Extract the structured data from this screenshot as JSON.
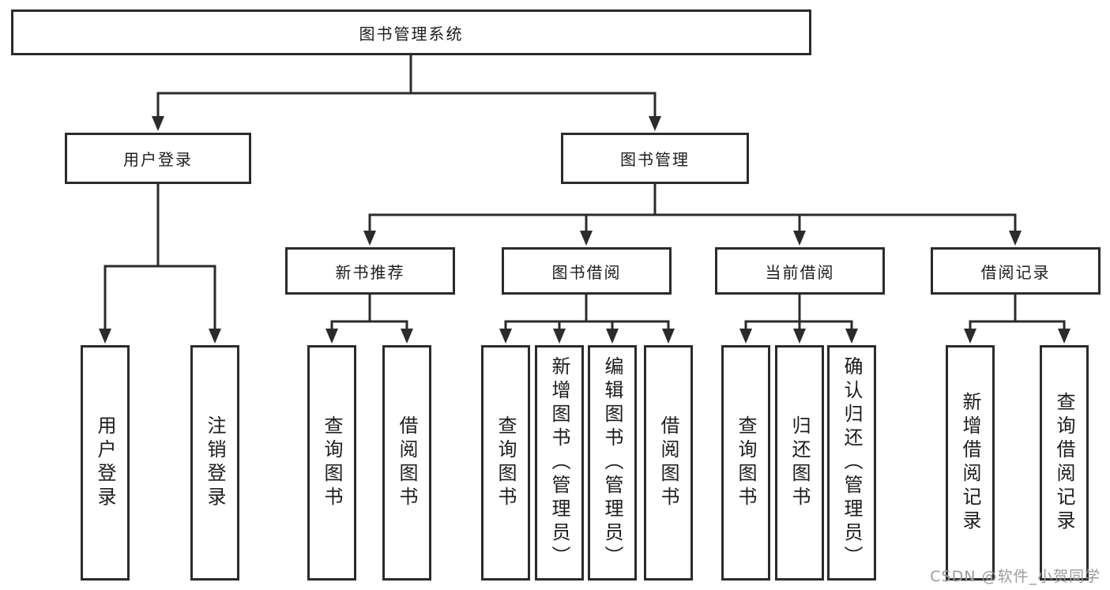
{
  "colors": {
    "background": "#ffffff",
    "box_fill": "#ffffff",
    "box_border": "#2b2b2b",
    "line": "#2b2b2b",
    "text": "#1c1c1c",
    "watermark": "#9b9b9b"
  },
  "tree": {
    "label": "图书管理系统",
    "children": [
      {
        "label": "用户登录",
        "children": [
          {
            "label": "用户登录"
          },
          {
            "label": "注销登录"
          }
        ]
      },
      {
        "label": "图书管理",
        "children": [
          {
            "label": "新书推荐",
            "children": [
              {
                "label": "查询图书"
              },
              {
                "label": "借阅图书"
              }
            ]
          },
          {
            "label": "图书借阅",
            "children": [
              {
                "label": "查询图书"
              },
              {
                "label": "新增图书（管理员）"
              },
              {
                "label": "编辑图书（管理员）"
              },
              {
                "label": "借阅图书"
              }
            ]
          },
          {
            "label": "当前借阅",
            "children": [
              {
                "label": "查询图书"
              },
              {
                "label": "归还图书"
              },
              {
                "label": "确认归还（管理员）"
              }
            ]
          },
          {
            "label": "借阅记录",
            "children": [
              {
                "label": "新增借阅记录"
              },
              {
                "label": "查询借阅记录"
              }
            ]
          }
        ]
      }
    ]
  },
  "watermark": {
    "text": "CSDN @软件_小贺同学"
  }
}
